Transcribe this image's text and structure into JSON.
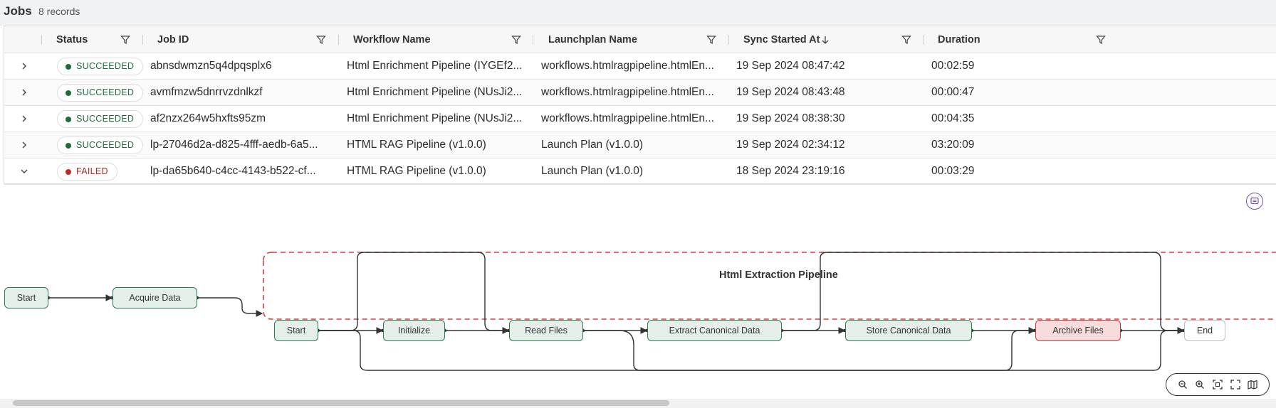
{
  "header": {
    "title": "Jobs",
    "count": "8 records"
  },
  "columns": [
    {
      "label": "Status"
    },
    {
      "label": "Job ID"
    },
    {
      "label": "Workflow Name"
    },
    {
      "label": "Launchplan Name"
    },
    {
      "label": "Sync Started At"
    },
    {
      "label": "Duration"
    }
  ],
  "rows": [
    {
      "status": "SUCCEEDED",
      "job_id": "abnsdwmzn5q4dpqsplx6",
      "workflow": "Html Enrichment Pipeline (IYGEf2...",
      "launchplan": "workflows.htmlragpipeline.htmlEn...",
      "started": "19 Sep 2024 08:47:42",
      "duration": "00:02:59"
    },
    {
      "status": "SUCCEEDED",
      "job_id": "avmfmzw5dnrrvzdnlkzf",
      "workflow": "Html Enrichment Pipeline (NUsJi2...",
      "launchplan": "workflows.htmlragpipeline.htmlEn...",
      "started": "19 Sep 2024 08:43:48",
      "duration": "00:00:47"
    },
    {
      "status": "SUCCEEDED",
      "job_id": "af2nzx264w5hxfts95zm",
      "workflow": "Html Enrichment Pipeline (NUsJi2...",
      "launchplan": "workflows.htmlragpipeline.htmlEn...",
      "started": "19 Sep 2024 08:38:30",
      "duration": "00:04:35"
    },
    {
      "status": "SUCCEEDED",
      "job_id": "lp-27046d2a-d825-4fff-aedb-6a5...",
      "workflow": "HTML RAG Pipeline (v1.0.0)",
      "launchplan": "Launch Plan (v1.0.0)",
      "started": "19 Sep 2024 02:34:12",
      "duration": "03:20:09"
    },
    {
      "status": "FAILED",
      "job_id": "lp-da65b640-c4cc-4143-b522-cf...",
      "workflow": "HTML RAG Pipeline (v1.0.0)",
      "launchplan": "Launch Plan (v1.0.0)",
      "started": "18 Sep 2024 23:19:16",
      "duration": "00:03:29"
    }
  ],
  "colors": {
    "success": "#1d6b3a",
    "failed": "#c42828",
    "node_border": "#2e7d52",
    "node_fill": "#e3efe8",
    "group_border": "#d03a3a"
  },
  "graph": {
    "group_label": "Html Extraction Pipeline",
    "nodes": {
      "start_outer": "Start",
      "acquire": "Acquire Data",
      "start_inner": "Start",
      "initialize": "Initialize",
      "read_files": "Read Files",
      "extract": "Extract Canonical Data",
      "store": "Store Canonical Data",
      "archive": "Archive Files",
      "end": "End"
    },
    "node_status": {
      "archive": "failed",
      "end": "pending"
    }
  }
}
